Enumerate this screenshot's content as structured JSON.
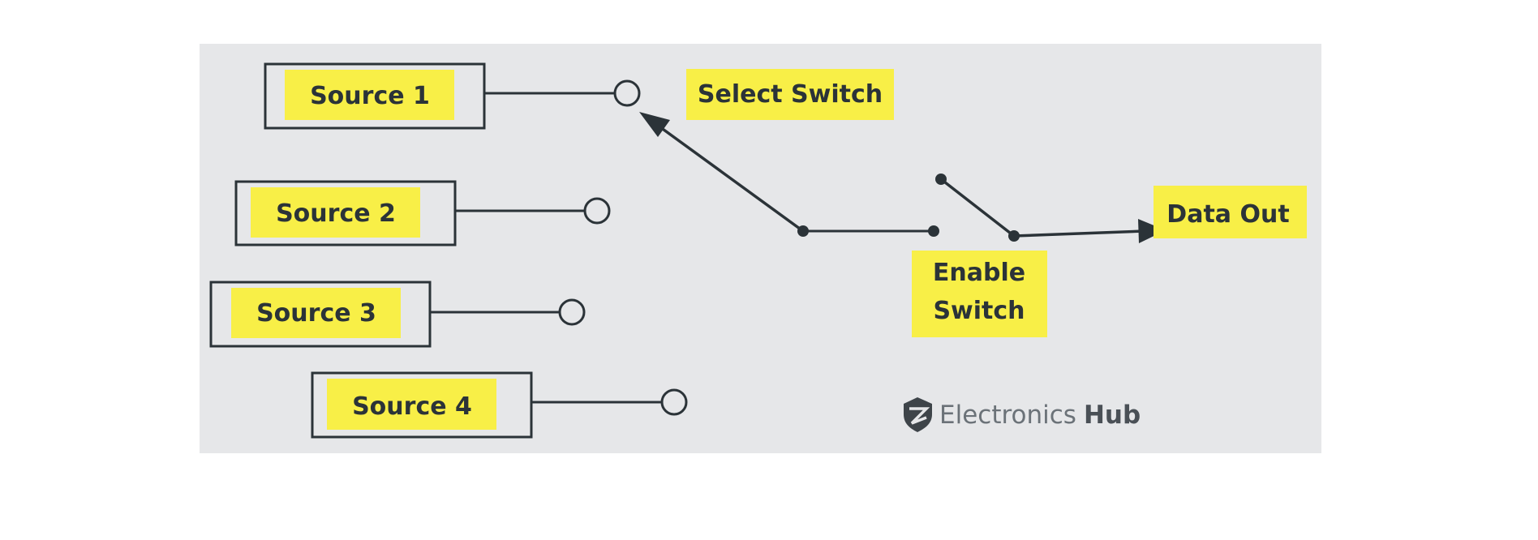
{
  "sources": [
    {
      "label": "Source 1"
    },
    {
      "label": "Source 2"
    },
    {
      "label": "Source 3"
    },
    {
      "label": "Source 4"
    }
  ],
  "select_switch": {
    "label": "Select Switch"
  },
  "enable_switch": {
    "label_line1": "Enable",
    "label_line2": "Switch"
  },
  "output": {
    "label": "Data Out"
  },
  "brand": {
    "name_light": "Electronics",
    "name_bold": "Hub"
  },
  "colors": {
    "panel_background": "#e6e7e9",
    "label_highlight": "#f8ef47",
    "line_color": "#2b3338"
  }
}
